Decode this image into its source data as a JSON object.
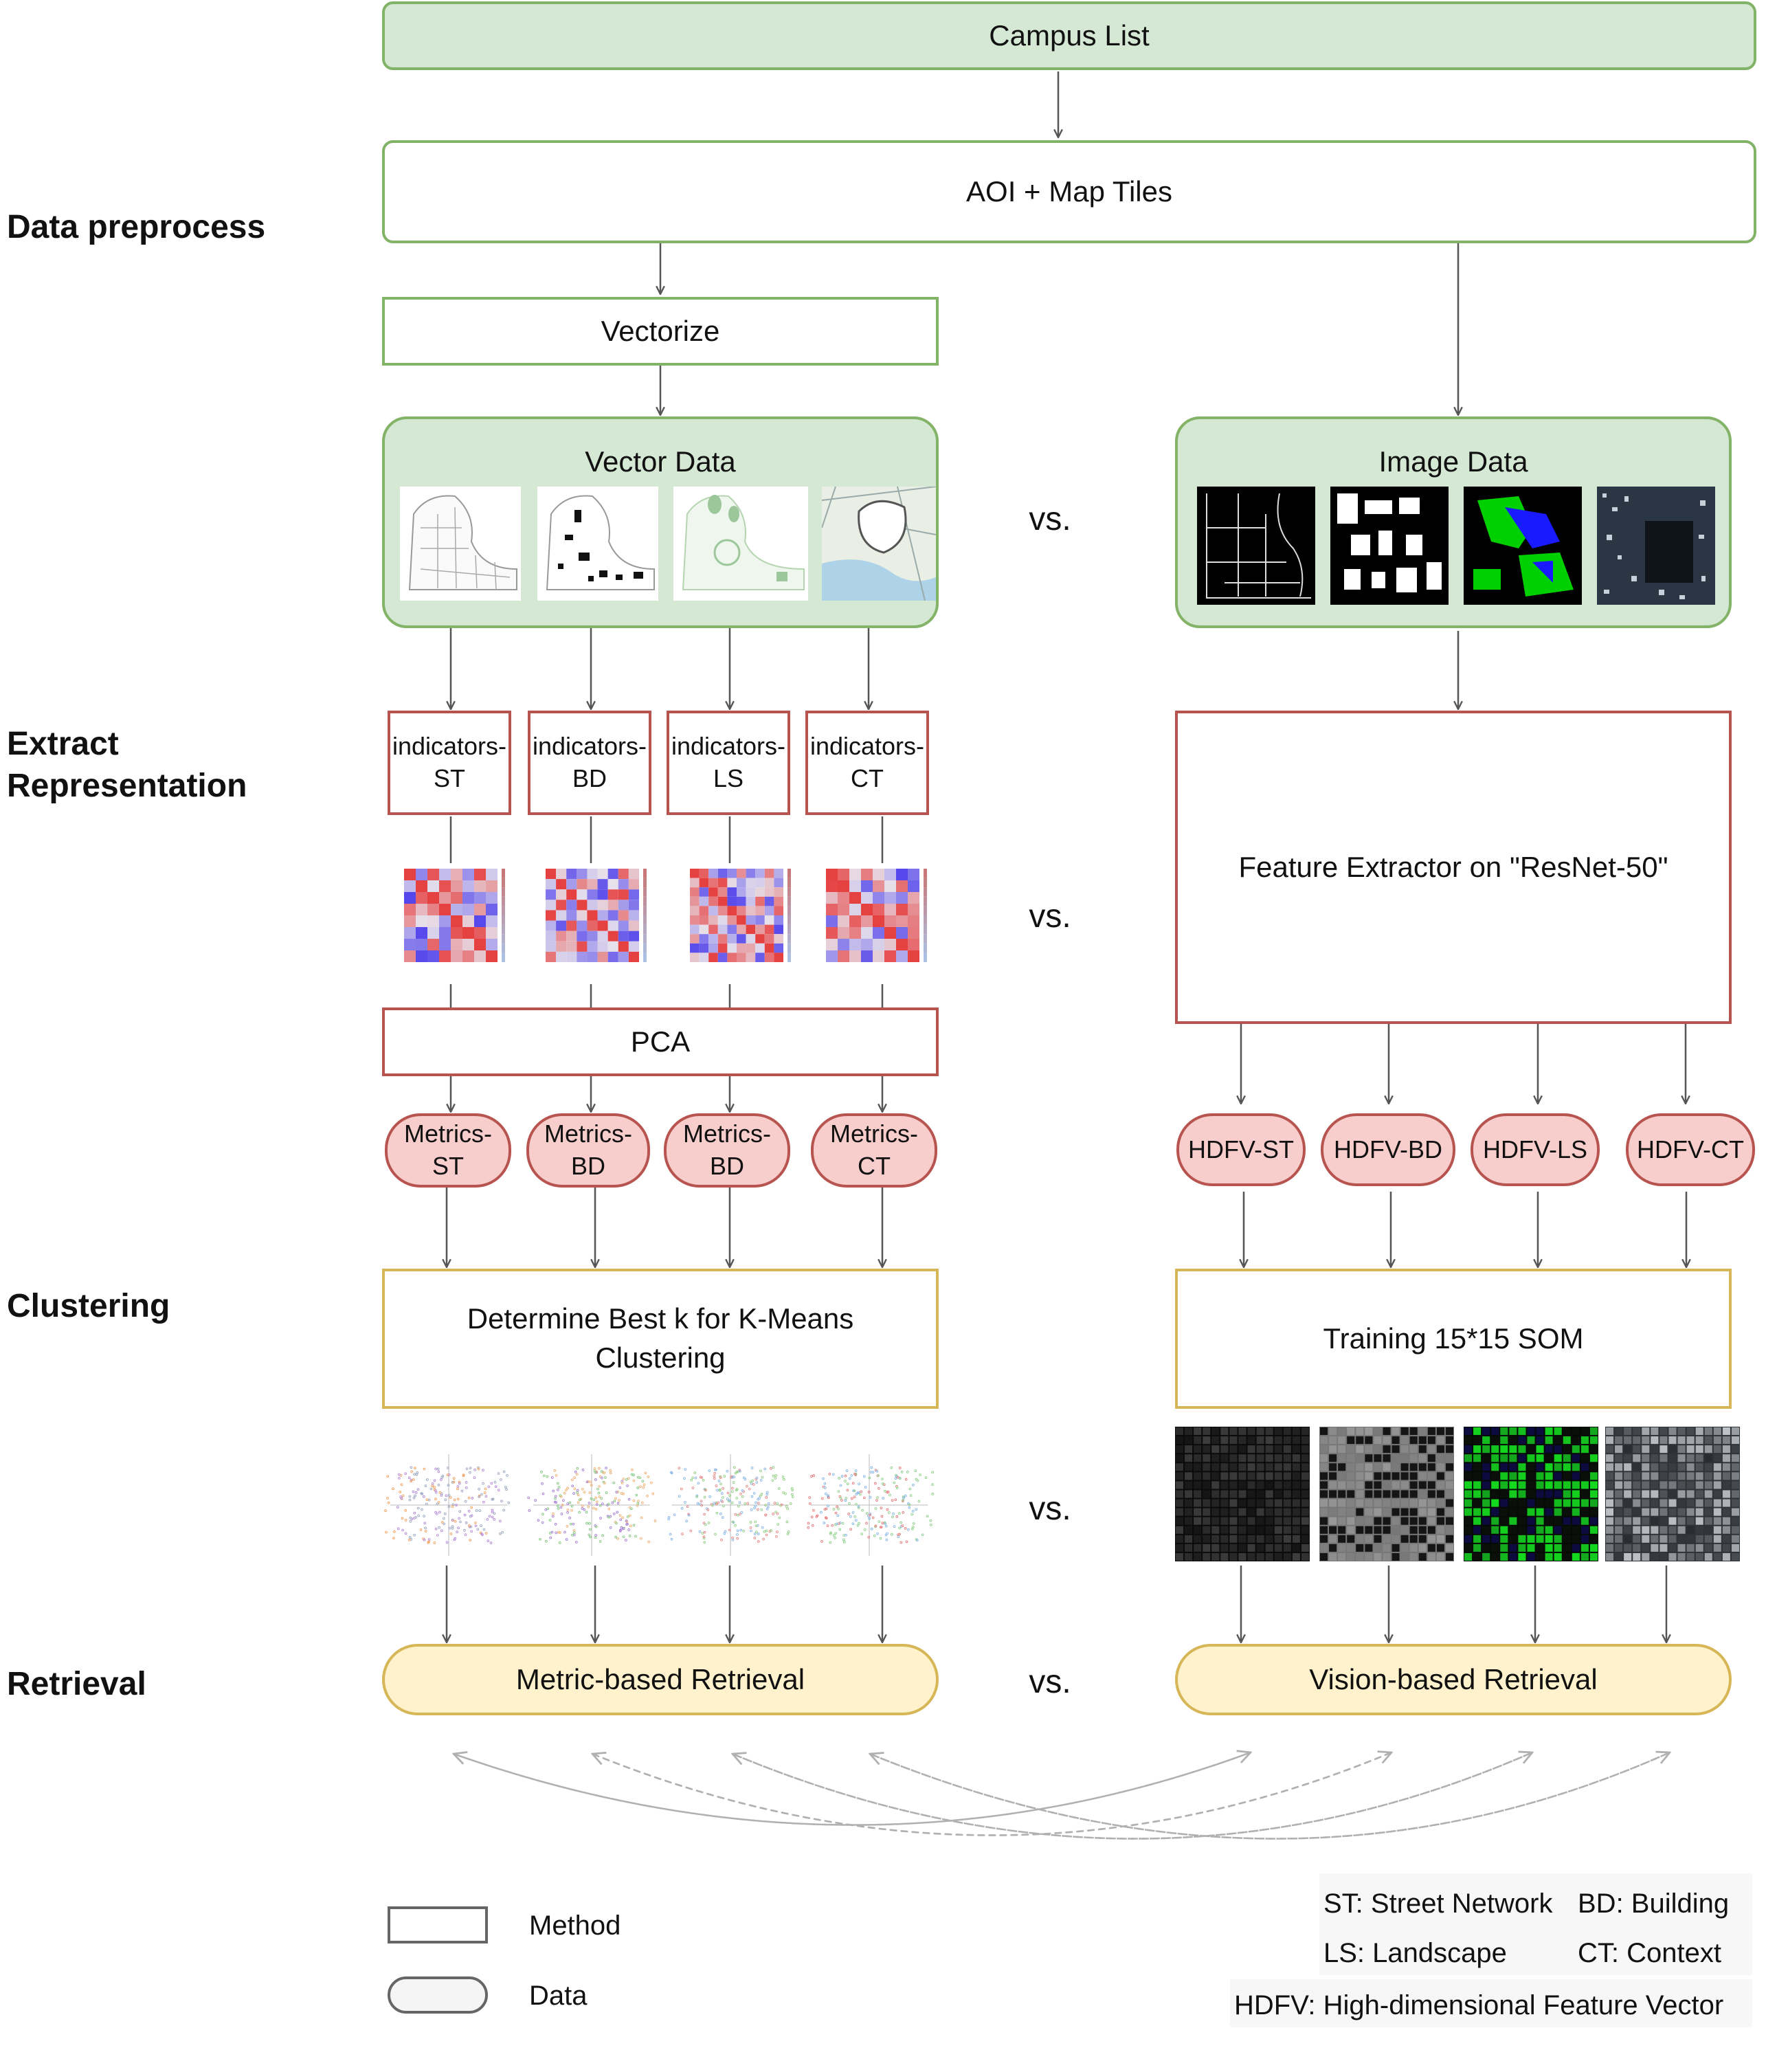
{
  "stages": {
    "data_preprocess": "Data preprocess",
    "extract_representation_line1": "Extract",
    "extract_representation_line2": "Representation",
    "clustering": "Clustering",
    "retrieval": "Retrieval"
  },
  "nodes": {
    "campus_list": "Campus List",
    "aoi_map_tiles": "AOI + Map Tiles",
    "vectorize": "Vectorize",
    "vector_data": "Vector Data",
    "image_data": "Image Data",
    "indicators": [
      {
        "line1": "indicators-",
        "line2": "ST"
      },
      {
        "line1": "indicators-",
        "line2": "BD"
      },
      {
        "line1": "indicators-",
        "line2": "LS"
      },
      {
        "line1": "indicators-",
        "line2": "CT"
      }
    ],
    "feature_extractor": "Feature Extractor on \"ResNet-50\"",
    "pca": "PCA",
    "metrics": [
      {
        "line1": "Metrics-",
        "line2": "ST"
      },
      {
        "line1": "Metrics-",
        "line2": "BD"
      },
      {
        "line1": "Metrics-",
        "line2": "BD"
      },
      {
        "line1": "Metrics-",
        "line2": "CT"
      }
    ],
    "hdfv": [
      "HDFV-ST",
      "HDFV-BD",
      "HDFV-LS",
      "HDFV-CT"
    ],
    "kmeans_line1": "Determine Best k for K-Means",
    "kmeans_line2": "Clustering",
    "som": "Training 15*15 SOM",
    "metric_retrieval": "Metric-based Retrieval",
    "vision_retrieval": "Vision-based Retrieval"
  },
  "vs_label": "vs.",
  "legend": {
    "method": "Method",
    "data": "Data",
    "st": "ST: Street Network",
    "bd": "BD: Building",
    "ls": "LS: Landscape",
    "ct": "CT: Context",
    "hdfv": "HDFV: High-dimensional Feature Vector"
  },
  "colors": {
    "green_fill": "#d5e8d4",
    "green_stroke": "#82b366",
    "red_fill": "#f8cecc",
    "red_stroke": "#b85450",
    "yellow_fill": "#fff2cc",
    "yellow_stroke": "#d6b656",
    "arrow": "#555555",
    "dashed_arrow": "#b0b0b0"
  }
}
